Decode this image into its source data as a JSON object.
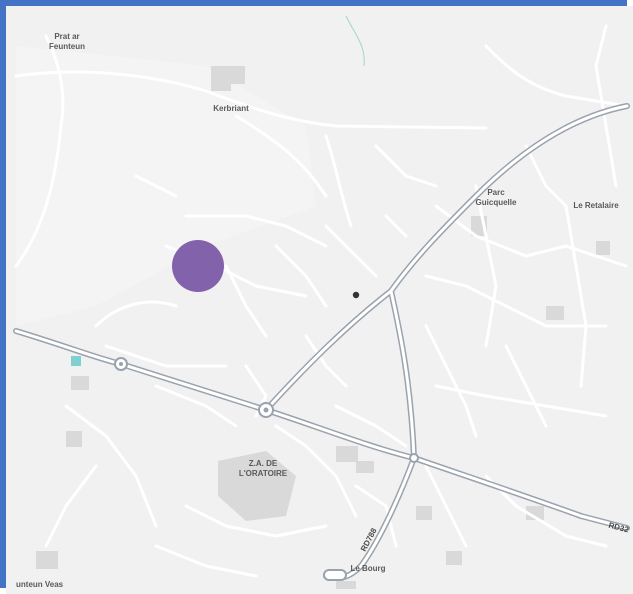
{
  "map": {
    "labels": {
      "prat_ar_feunteun_1": "Prat ar",
      "prat_ar_feunteun_2": "Feunteun",
      "kerbriant": "Kerbriant",
      "parc_guicquelle_1": "Parc",
      "parc_guicquelle_2": "Guicquelle",
      "le_retalaire": "Le Retalaire",
      "za_oratoire_1": "Z.A. DE",
      "za_oratoire_2": "L'ORATOIRE",
      "le_bourg": "Le Bourg",
      "feunteun_veas": "unteun Veas"
    },
    "road_labels": {
      "rd788": "RD788",
      "rd32": "RD32"
    },
    "colors": {
      "border": "#4472c4",
      "background": "#f1f1f1",
      "minor_road": "#ffffff",
      "major_road": "#ffffff",
      "major_road_casing": "#9aa3ad",
      "building": "#d9d9d9",
      "marker": "#7b5aa6",
      "point": "#333333",
      "water": "#7fd0d0"
    },
    "icons": [
      "location-marker-icon",
      "point-of-interest-icon"
    ]
  }
}
